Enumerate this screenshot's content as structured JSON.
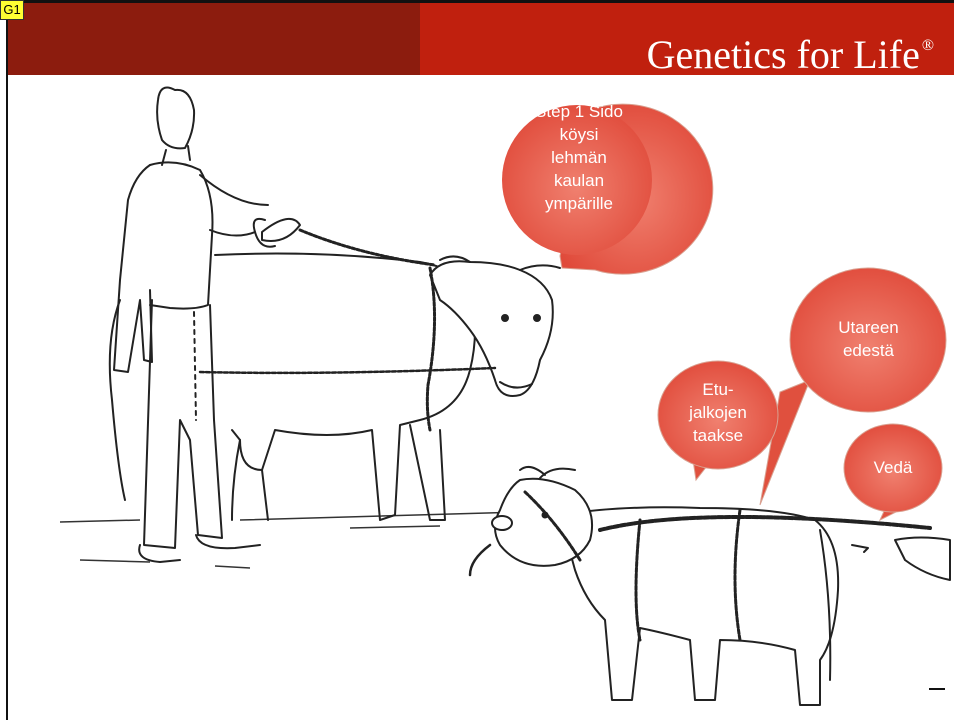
{
  "slide_tag": "G1",
  "header": {
    "title": "Genetics for Life",
    "registered": "®",
    "brand_dark": "#8c1c0e",
    "brand_light": "#c0200e"
  },
  "bubbles": {
    "step1": "Step 1  Sido köysi lehmän kaulan ympärille",
    "udder": "Utareen edestä",
    "front_legs": "Etu-jalkojen taakse",
    "pull": "Vedä"
  },
  "bubble_color": "#e85a4a",
  "illustrations": [
    "farmer-figure",
    "standing-cow",
    "roped-cow"
  ]
}
